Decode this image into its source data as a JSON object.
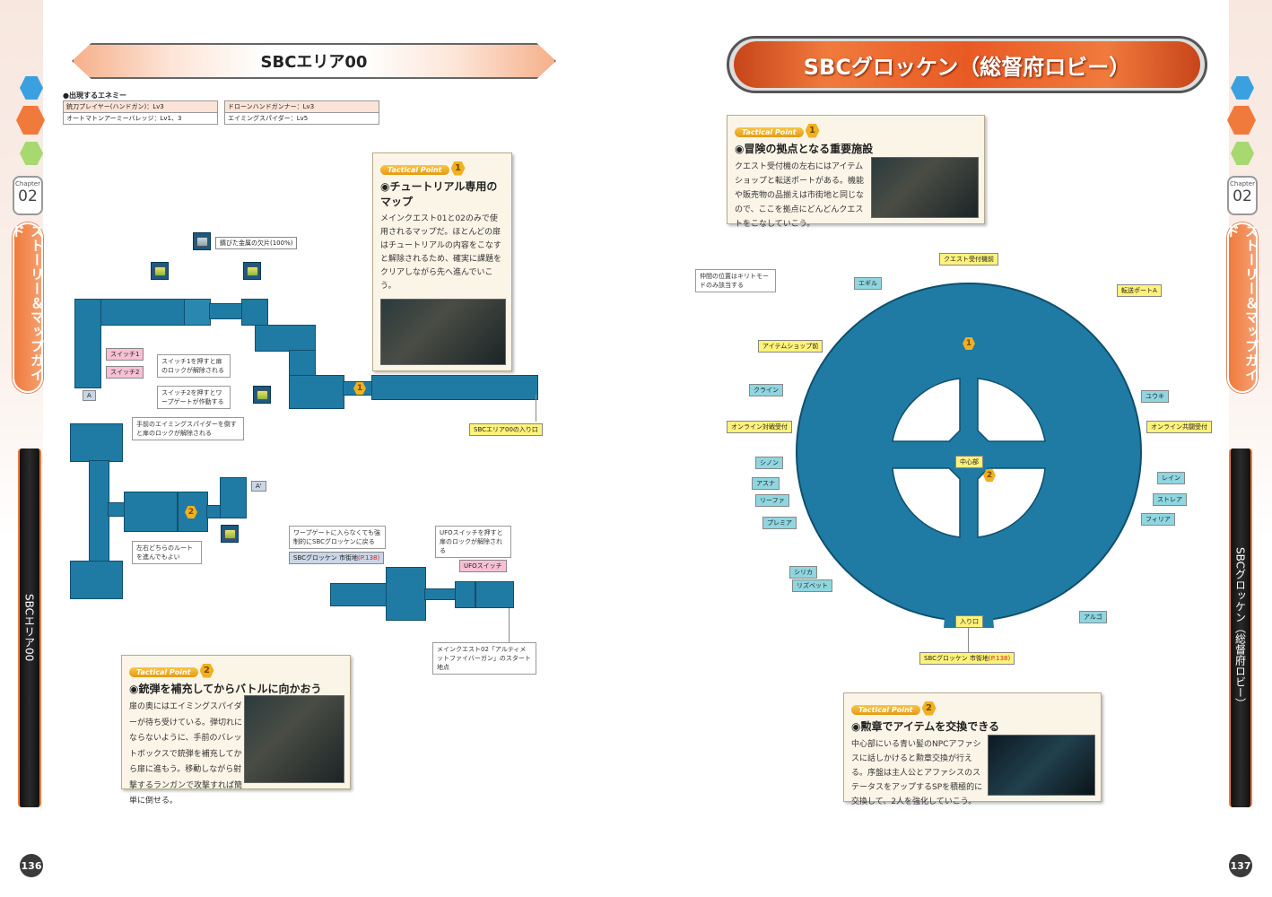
{
  "left_page": {
    "title": "SBCエリア00",
    "page_number": "136",
    "chapter_label": "Chapter",
    "chapter_num": "02",
    "side_tab": "ストーリー＆マップガイド",
    "side_bar": "SBCエリア00",
    "enemy_heading": "●出現するエネミー",
    "enemies": [
      "銃刀プレイヤー(ハンドガン)：Lv3",
      "ドローンハンドガンナー：Lv3",
      "オートマトンアーミーバレッジ：Lv1、3",
      "エイミングスパイダー：Lv5"
    ],
    "map_labels": {
      "item_rusty": "錆びた金属の欠片(100%)",
      "switch1": "スイッチ1",
      "switch2": "スイッチ2",
      "note_switch1": "スイッチ1を押すと扉のロックが解除される",
      "note_switch2": "スイッチ2を押すとワープゲートが作動する",
      "point_a": "A",
      "point_a2": "A'",
      "entrance": "SBCエリア00の入り口",
      "note_spider": "手前のエイミングスパイダーを倒すと扉のロックが解除される",
      "note_route": "左右どちらのルートを進んでもよい",
      "note_warp": "ワープゲートに入らなくても強制的にSBCグロッケンに戻る",
      "glocken_link": "SBCグロッケン 市街地",
      "glocken_page": "(P.138)",
      "note_ufo": "UFOスイッチを押すと扉のロックが解除される",
      "ufo_switch": "UFOスイッチ",
      "note_start": "メインクエスト02「アルティメットファイバーガン」のスタート地点",
      "marker1": "1",
      "marker2": "2"
    },
    "tactical_points": [
      {
        "badge": "Tactical Point",
        "num": "1",
        "heading": "◉チュートリアル専用のマップ",
        "body": "メインクエスト01と02のみで使用されるマップだ。ほとんどの扉はチュートリアルの内容をこなすと解除されるため、確実に課題をクリアしながら先へ進んでいこう。"
      },
      {
        "badge": "Tactical Point",
        "num": "2",
        "heading": "◉銃弾を補充してからバトルに向かおう",
        "body": "扉の奥にはエイミングスパイダーが待ち受けている。弾切れにならないように、手前のバレットボックスで銃弾を補充してから扉に進もう。移動しながら射撃するランガンで攻撃すれば簡単に倒せる。"
      }
    ]
  },
  "right_page": {
    "title": "SBCグロッケン（総督府ロビー）",
    "page_number": "137",
    "chapter_label": "Chapter",
    "chapter_num": "02",
    "side_tab": "ストーリー＆マップガイド",
    "side_bar": "SBCグロッケン（総督府ロビー）",
    "note_companions": "仲間の位置はキリトモードのみ該当する",
    "map_labels": [
      "クエスト受付機前",
      "エギル",
      "転送ポートA",
      "アイテムショップ前",
      "クライン",
      "ユウキ",
      "オンライン対戦受付",
      "オンライン共闘受付",
      "シノン",
      "アスナ",
      "リーファ",
      "プレミア",
      "レイン",
      "ストレア",
      "フィリア",
      "シリカ",
      "リズベット",
      "アルゴ",
      "中心部",
      "入り口"
    ],
    "exit_label": "SBCグロッケン 市街地",
    "exit_page": "(P.138)",
    "marker1": "1",
    "marker2": "2",
    "tactical_points": [
      {
        "badge": "Tactical Point",
        "num": "1",
        "heading": "◉冒険の拠点となる重要施設",
        "body": "クエスト受付機の左右にはアイテムショップと転送ポートがある。機能や販売物の品揃えは市街地と同じなので、ここを拠点にどんどんクエストをこなしていこう。"
      },
      {
        "badge": "Tactical Point",
        "num": "2",
        "heading": "◉勲章でアイテムを交換できる",
        "body": "中心部にいる青い髪のNPCアファシスに話しかけると勲章交換が行える。序盤は主人公とアファシスのステータスをアップするSPを積極的に交換して、2人を強化していこう。"
      }
    ]
  },
  "colors": {
    "map": "#1f7ba3",
    "accent": "#f07a3c",
    "label_yellow": "#fff27a",
    "label_cyan": "#8fd6e0"
  }
}
